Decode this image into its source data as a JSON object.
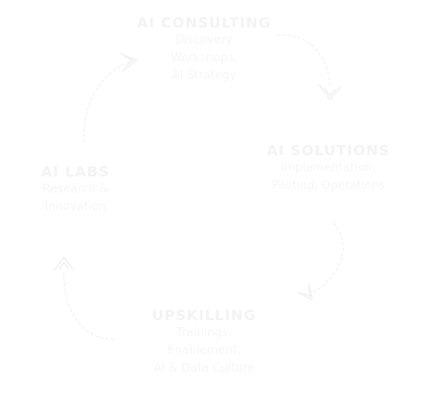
{
  "cycle": {
    "nodes": [
      {
        "id": "consulting",
        "title": "AI CONSULTING",
        "lines": [
          "Discovery",
          "Workshops,",
          "AI Strategy"
        ]
      },
      {
        "id": "solutions",
        "title": "AI SOLUTIONS",
        "lines": [
          "Implementation,",
          "Piloting, Operations"
        ]
      },
      {
        "id": "upskilling",
        "title": "UPSKILLING",
        "lines": [
          "Trainings,",
          "Enablement,",
          "AI & Data Culture"
        ]
      },
      {
        "id": "labs",
        "title": "AI LABS",
        "lines": [
          "Research &",
          "Innovation"
        ]
      }
    ],
    "arrow_color": "#f1f1f1",
    "text_color": "#f6f6f6"
  }
}
